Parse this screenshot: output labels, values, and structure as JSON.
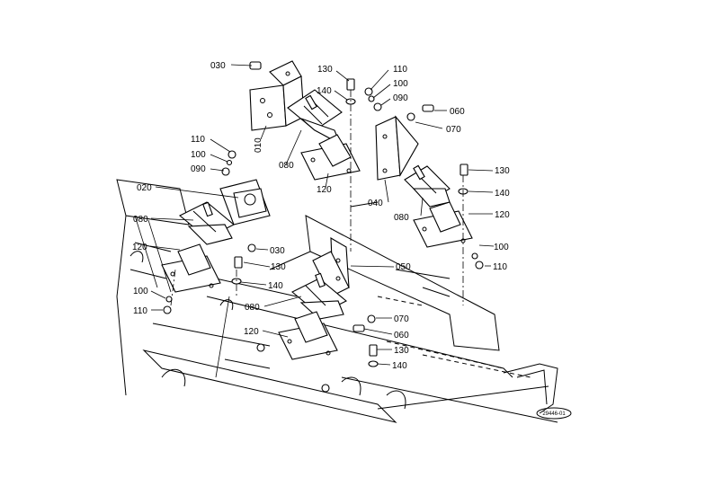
{
  "callouts": [
    {
      "id": "c030a",
      "text": "030"
    },
    {
      "id": "c130a",
      "text": "130"
    },
    {
      "id": "c140a",
      "text": "140"
    },
    {
      "id": "c110a",
      "text": "110"
    },
    {
      "id": "c100a",
      "text": "100"
    },
    {
      "id": "c090a",
      "text": "090"
    },
    {
      "id": "c060a",
      "text": "060"
    },
    {
      "id": "c070a",
      "text": "070"
    },
    {
      "id": "c010",
      "text": "010"
    },
    {
      "id": "c080a",
      "text": "080"
    },
    {
      "id": "c120a",
      "text": "120"
    },
    {
      "id": "c040",
      "text": "040"
    },
    {
      "id": "c080b",
      "text": "080"
    },
    {
      "id": "c130b",
      "text": "130"
    },
    {
      "id": "c140b",
      "text": "140"
    },
    {
      "id": "c120b",
      "text": "120"
    },
    {
      "id": "c110b",
      "text": "110"
    },
    {
      "id": "c100b",
      "text": "100"
    },
    {
      "id": "c090b",
      "text": "090"
    },
    {
      "id": "c020",
      "text": "020"
    },
    {
      "id": "c080c",
      "text": "080"
    },
    {
      "id": "c030b",
      "text": "030"
    },
    {
      "id": "c120c",
      "text": "120"
    },
    {
      "id": "c130c",
      "text": "130"
    },
    {
      "id": "c140c",
      "text": "140"
    },
    {
      "id": "c100c",
      "text": "100"
    },
    {
      "id": "c110c",
      "text": "110"
    },
    {
      "id": "c050",
      "text": "050"
    },
    {
      "id": "c080d",
      "text": "080"
    },
    {
      "id": "c120d",
      "text": "120"
    },
    {
      "id": "c070b",
      "text": "070"
    },
    {
      "id": "c060b",
      "text": "060"
    },
    {
      "id": "c130d",
      "text": "130"
    },
    {
      "id": "c140d",
      "text": "140"
    },
    {
      "id": "c100d",
      "text": "100"
    },
    {
      "id": "c110d",
      "text": "110"
    }
  ],
  "stamp_text": "29446-01"
}
